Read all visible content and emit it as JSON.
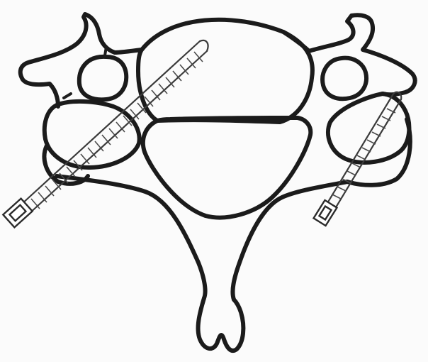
{
  "figure": {
    "subject": "cervical-vertebra-with-pedicle-screws",
    "labels": []
  },
  "structures": {
    "vertebral_body": "vertebral-body",
    "spinal_canal": "spinal-canal",
    "spinous_process": "bifid-spinous-process",
    "left_transverse_process": "left-transverse-process",
    "right_transverse_process": "right-transverse-process",
    "left_foramen": "left-transverse-foramen",
    "right_foramen": "right-transverse-foramen",
    "left_lateral_mass": "left-lateral-mass",
    "right_lateral_mass": "right-lateral-mass"
  },
  "screws": {
    "count": 2,
    "left_icon": "screw-icon",
    "right_icon": "screw-icon"
  },
  "colors": {
    "ink": "#1b1b1b",
    "screw": "#3a3a3a",
    "paper": "#fbfbfb"
  }
}
